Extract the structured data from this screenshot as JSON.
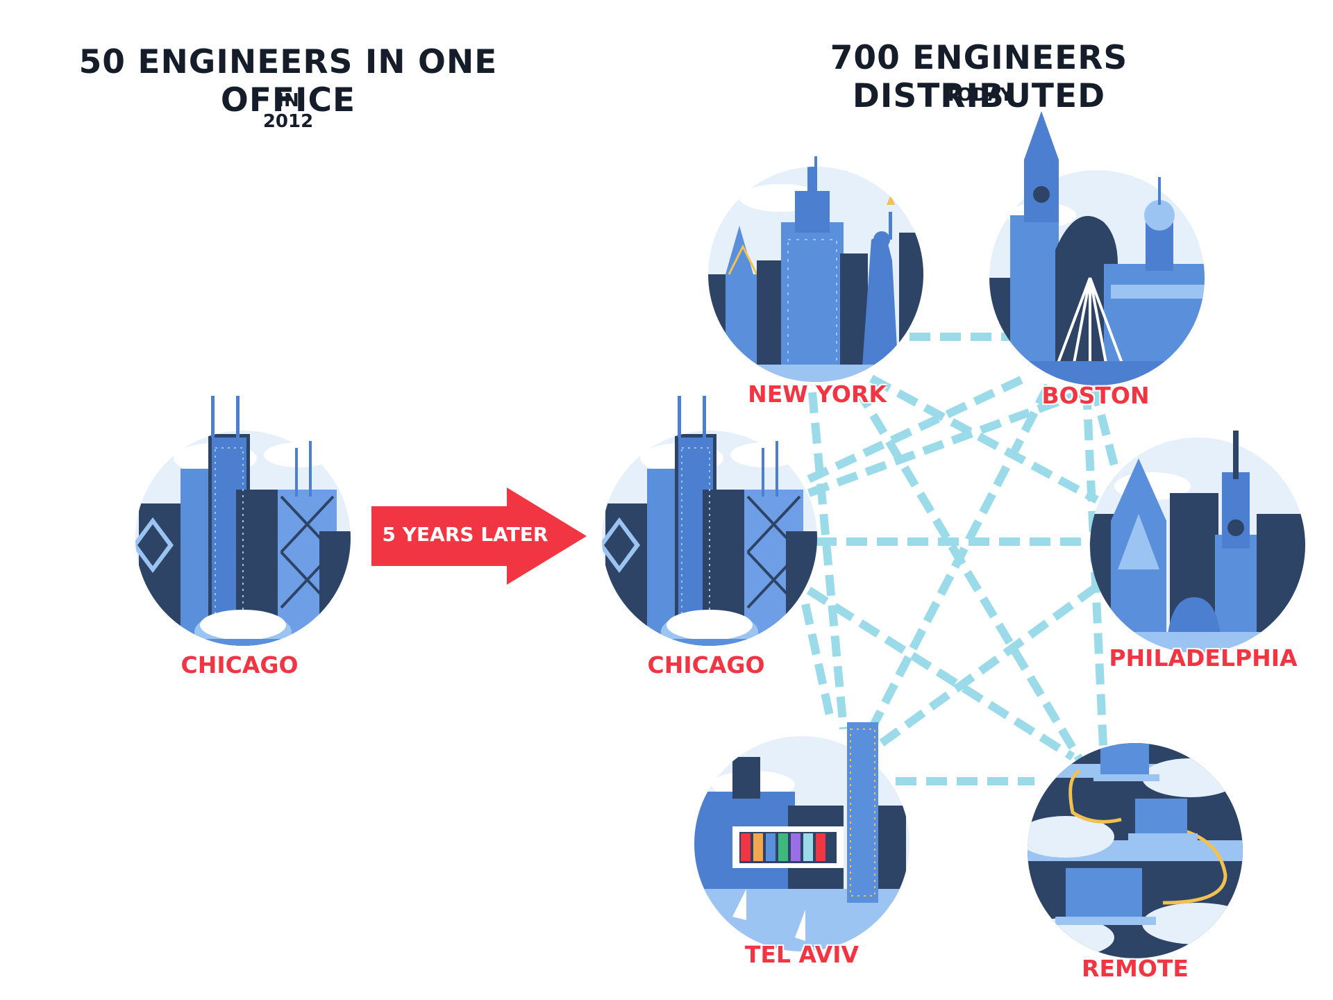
{
  "left_panel": {
    "heading": "50 ENGINEERS IN ONE OFFICE",
    "subheading": "IN 2012",
    "city": "CHICAGO"
  },
  "arrow": {
    "label": "5 YEARS LATER",
    "color": "#f23542"
  },
  "right_panel": {
    "heading": "700 ENGINEERS DISTRIBUTED",
    "subheading": "TODAY",
    "cities": {
      "chicago": "CHICAGO",
      "new_york": "NEW YORK",
      "boston": "BOSTON",
      "philadelphia": "PHILADELPHIA",
      "tel_aviv": "TEL AVIV",
      "remote": "REMOTE"
    }
  },
  "colors": {
    "label_red": "#f23542",
    "connection_cyan": "#9bdbe9",
    "navy": "#2d4466",
    "building_blue": "#5a8fdc",
    "light_blue": "#9cc4f2",
    "sky": "#e6f0fb"
  },
  "icons": [
    "chicago-skyline-icon",
    "new-york-skyline-icon",
    "boston-skyline-icon",
    "philadelphia-skyline-icon",
    "tel-aviv-skyline-icon",
    "remote-laptops-icon"
  ]
}
